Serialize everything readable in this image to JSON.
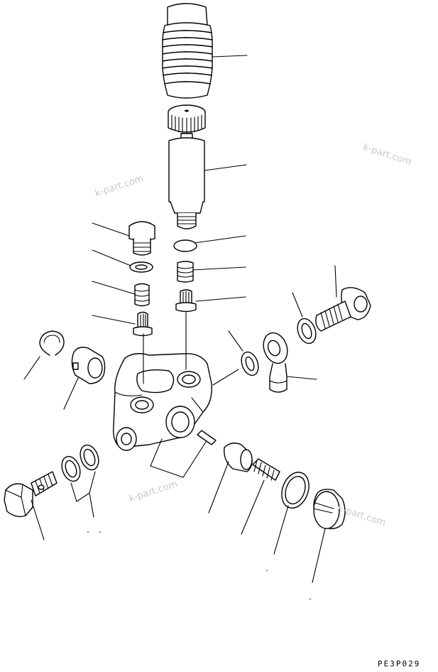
{
  "diagram": {
    "code": "PE3P029",
    "watermarks": [
      "k-part.com",
      "k-part.com",
      "k-part.com",
      "k-part.com"
    ],
    "dash_marks": [
      "-",
      "-",
      "-",
      "-"
    ],
    "line_color": "#000000",
    "watermark_color": "#c8c8c8"
  }
}
